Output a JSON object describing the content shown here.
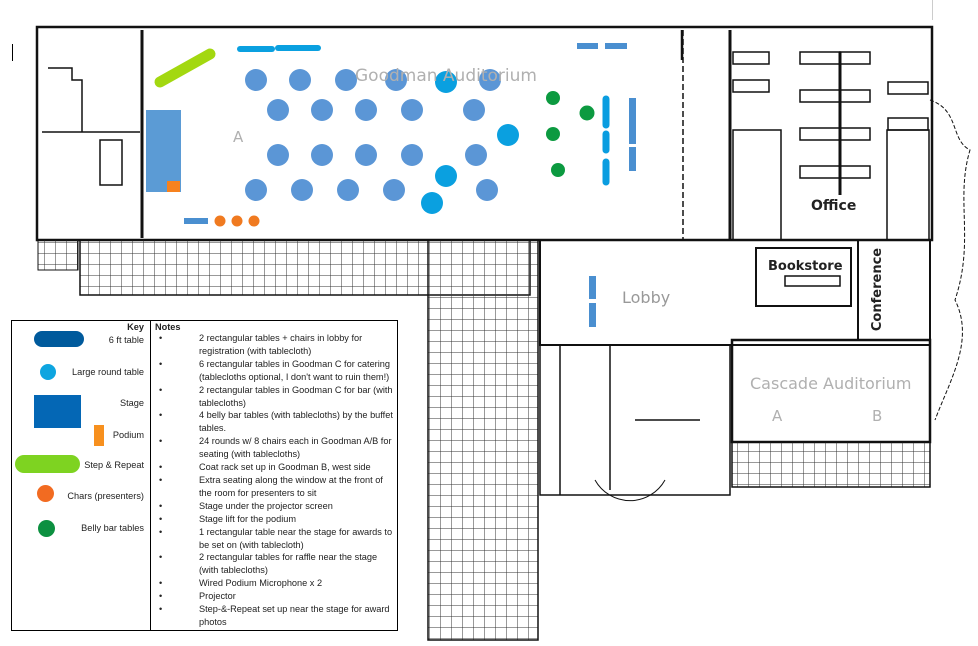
{
  "floor_plan": {
    "rooms": {
      "goodman": "Goodman Auditorium",
      "goodman_section": "A",
      "lobby": "Lobby",
      "office": "Office",
      "bookstore": "Bookstore",
      "conference": "Conference",
      "cascade": "Cascade Auditorium",
      "cascade_a": "A",
      "cascade_b": "B"
    },
    "counts": {
      "round_tables": 24,
      "belly_bar_tables": 4,
      "presenter_chairs": 3
    }
  },
  "key": {
    "title": "Key",
    "items": [
      {
        "label": "6 ft table",
        "color": "#005a9c"
      },
      {
        "label": "Large round table",
        "color": "#0ea5e0"
      },
      {
        "label": "Stage",
        "color": "#0467b5"
      },
      {
        "label": "Podium",
        "color": "#f7901e"
      },
      {
        "label": "Step & Repeat",
        "color": "#7ed321"
      },
      {
        "label": "Chars (presenters)",
        "color": "#f26b21"
      },
      {
        "label": "Belly bar tables",
        "color": "#0c9040"
      }
    ]
  },
  "notes": {
    "title": "Notes",
    "items": [
      "2 rectangular tables + chairs in lobby for registration (with tablecloth)",
      "6 rectangular tables in Goodman C for catering (tablecloths optional, I don't want to ruin them!)",
      "2 rectangular tables in Goodman C for bar (with tablecloths)",
      "4 belly bar tables (with tablecloths) by the buffet tables.",
      "24 rounds w/ 8 chairs each in Goodman A/B for seating (with tablecloths)",
      "Coat rack set up in Goodman B, west side",
      "Extra seating along the window at the front of the room for presenters to sit",
      "Stage under the projector screen",
      "Stage lift for the podium",
      "1 rectangular table near the stage for awards to be set on (with tablecloth)",
      "2 rectangular tables for raffle near the stage (with tablecloths)",
      "Wired Podium Microphone x 2",
      "Projector",
      "Step-&-Repeat set up near the stage for award photos"
    ]
  }
}
